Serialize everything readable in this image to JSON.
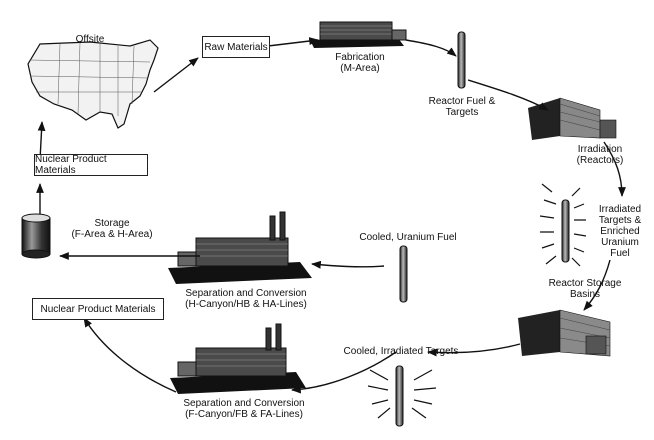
{
  "labels": {
    "offsite": "Offsite",
    "raw_materials": "Raw Materials",
    "fabrication": "Fabrication\n(M-Area)",
    "reactor_fuel_targets": "Reactor Fuel &\nTargets",
    "irradiation": "Irradiation\n(Reactors)",
    "irradiated_targets": "Irradiated\nTargets &\nEnriched\nUranium\nFuel",
    "reactor_storage_basins": "Reactor Storage\nBasins",
    "cooled_irradiated_targets": "Cooled, Irradiated Targets",
    "cooled_uranium_fuel": "Cooled, Uranium Fuel",
    "separation_h": "Separation and Conversion\n(H-Canyon/HB & HA-Lines)",
    "separation_f": "Separation and Conversion\n(F-Canyon/FB & FA-Lines)",
    "storage": "Storage\n(F-Area & H-Area)",
    "nuclear_product_materials_upper": "Nuclear Product Materials",
    "nuclear_product_materials_lower": "Nuclear Product Materials"
  },
  "colors": {
    "ink": "#111111",
    "building_dark": "#2a2a2a",
    "building_mid": "#6a6a6a",
    "building_light": "#bdbdbd",
    "map_fill": "#f2f2f2"
  }
}
